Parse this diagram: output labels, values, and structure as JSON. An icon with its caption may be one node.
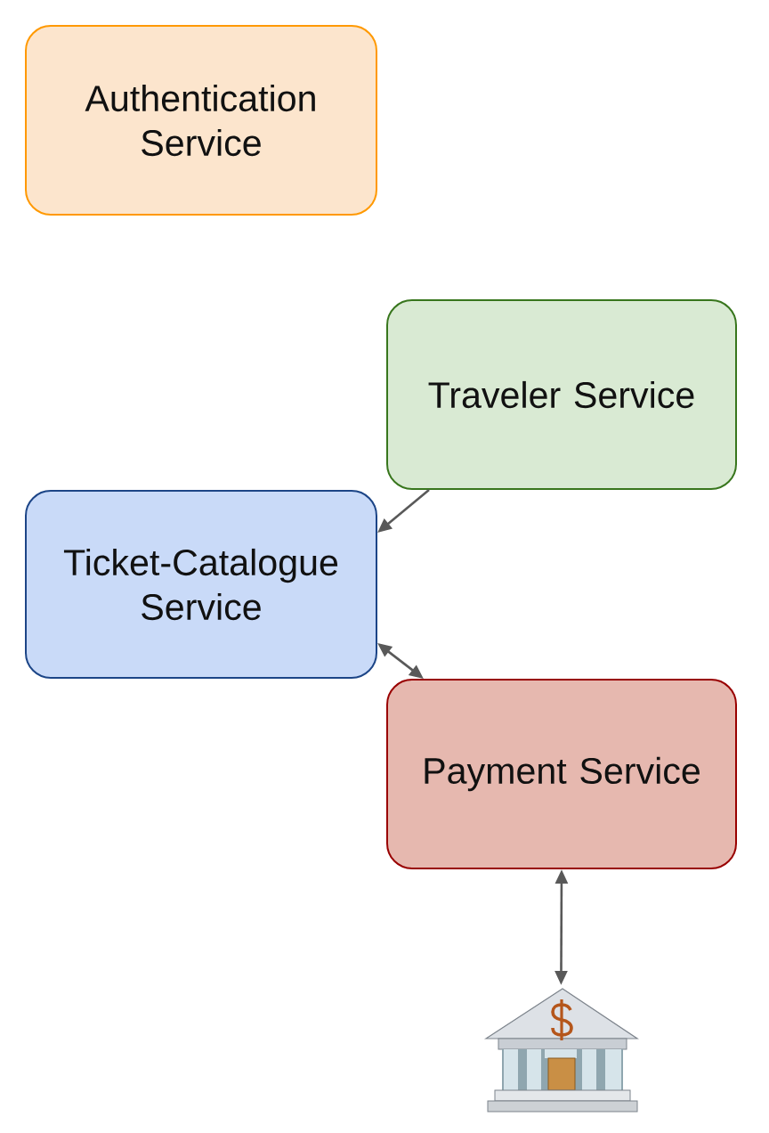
{
  "diagram": {
    "nodes": [
      {
        "text": [
          "Authentication Service"
        ]
      },
      {
        "text": [
          "Traveler Service"
        ]
      },
      {
        "text": [
          "Ticket-Catalogue Service"
        ]
      },
      {
        "text": [
          "Payment Service"
        ]
      },
      {
        "text": [],
        "shape": "picture"
      }
    ],
    "edges": [
      {
        "from": 1,
        "to": 2,
        "arrow": "to"
      },
      {
        "from": 2,
        "to": 3,
        "arrow": "both"
      },
      {
        "from": 3,
        "to": 4,
        "arrow": "both"
      }
    ]
  }
}
